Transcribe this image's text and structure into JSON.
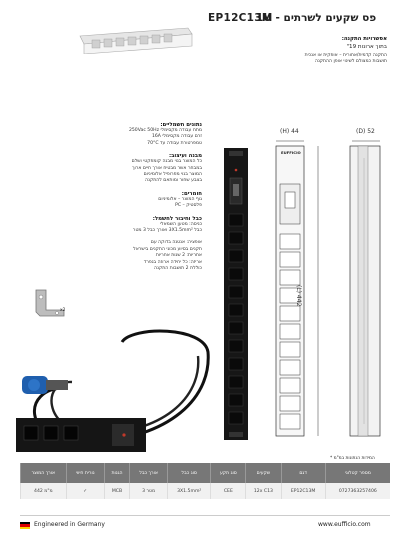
{
  "header": {
    "model": "EP12C13M",
    "title_he": "פס שקעים לשרתים - 1U"
  },
  "install_options": {
    "title": "אפשרויות התקנה:",
    "line1": "בתוך ארונות 19\"",
    "line2": "התקנה קדמית/אחורית – אופקית או אנכית",
    "line3": "תושבות כמצולם לשינוי אופן ההתקנה"
  },
  "electrical": {
    "title": "נתונים חשמליים:",
    "lines": [
      "מתח עבודה מקסימלי 250Vac 50Hz",
      "זרם עבודה מקסימלי 16A",
      "טמפרטורת עבודה עד 70°C"
    ]
  },
  "structure": {
    "title": "מבנה ועיצוב:",
    "lines": [
      "כל המוצר בנוי מבנה קומפקטי ושלם",
      "במבחר אשר מבטיח אורך חיים ארוך",
      "המוצר בנוי מפרופיל אלומיניום",
      "בצבע שחור ומותאם להתקנה"
    ]
  },
  "materials": {
    "title": "חומרים:",
    "lines": [
      "גוף המוצר – אלומיניום",
      "פלסטיק – PC"
    ]
  },
  "cable": {
    "title": "כבל וחיבור לחשמל:",
    "lines": [
      "כניסה: מטען השמאלי",
      "כבל 3X1.5mm² ואורך כבל 3 מטר"
    ]
  },
  "notes": {
    "lines": [
      "אופציה: אנטנה בדוקה עם",
      "תקנים בסיוע מכוני התקנים בישראל",
      "אחריות: 2 שנות אחריות",
      "אריזה: כל יחידה ארוזה בנפרד",
      "כוללת 2 תושבות התקנה"
    ]
  },
  "dimensions": {
    "height_label": "(H) 44",
    "depth_label": "(D) 52",
    "length_label": "(L) 442"
  },
  "brand_label": "EUFFICIO",
  "mount_qty": "x2",
  "table_note": "* המידות הנתונות במ\"מ",
  "table": {
    "headers": [
      "מספר קטלוגי",
      "דגם",
      "שקעים",
      "סוג תקע",
      "סוג כבל",
      "אורך כבל",
      "הגנות",
      "נורית חיווי",
      "אורך המוצר"
    ],
    "row": [
      "0727363257406",
      "EP12C13M",
      "12x C13",
      "CEE",
      "3X1.5mm²",
      "3 מטר",
      "MCB",
      "✓",
      "442 מ\"מ"
    ]
  },
  "footer": {
    "engineered": "Engineered in Germany",
    "website": "www.eufficio.com"
  },
  "colors": {
    "body": "#1a1a1a",
    "socket": "#0d0d0d",
    "plug_blue": "#1f5fae",
    "table_head": "#777777",
    "accent_red": "#c0392b"
  }
}
